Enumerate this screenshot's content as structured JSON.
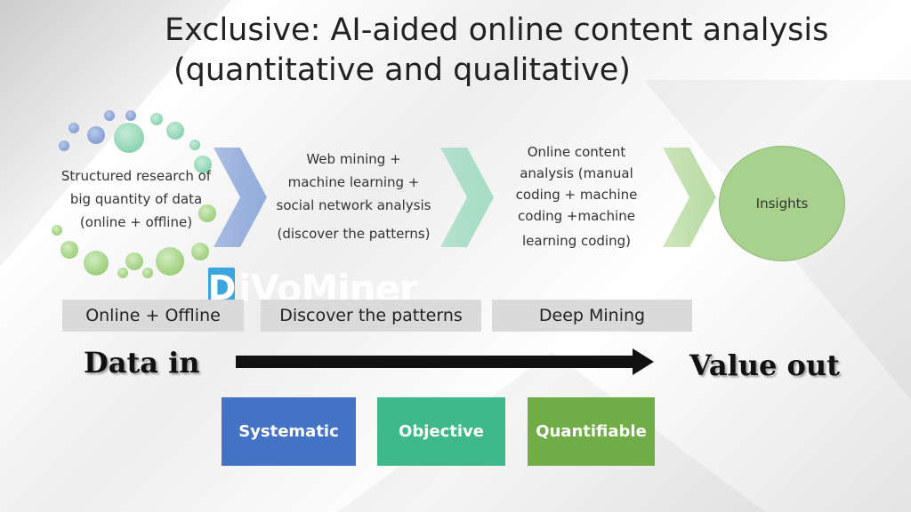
{
  "title": {
    "line1": "Exclusive: AI-aided online content analysis",
    "line2": "(quantitative and qualitative)"
  },
  "stages": [
    {
      "lines": [
        "Structured research of",
        "big quantity of data",
        "(online + offline)"
      ]
    },
    {
      "lines": [
        "Web mining +",
        "machine learning +",
        "social network analysis",
        "(discover the patterns)"
      ]
    },
    {
      "lines": [
        "Online content",
        "analysis (manual",
        "coding + machine",
        "coding +machine",
        "learning coding)"
      ]
    }
  ],
  "insights_label": "Insights",
  "watermark": {
    "badge": "D",
    "text": "iVoMiner"
  },
  "phases": [
    "Online + Offline",
    "Discover the patterns",
    "Deep Mining"
  ],
  "flow": {
    "start": "Data in",
    "end": "Value out"
  },
  "qualities": [
    {
      "label": "Systematic",
      "color": "#4472c4"
    },
    {
      "label": "Objective",
      "color": "#3fb88b"
    },
    {
      "label": "Quantifiable",
      "color": "#70ad47"
    }
  ],
  "colors": {
    "chevron_1": "#8faadc",
    "chevron_2": "#a3dcc3",
    "chevron_3": "#b5d9a0",
    "insights_fill": "#a9d18e",
    "arrow": "#111111"
  }
}
